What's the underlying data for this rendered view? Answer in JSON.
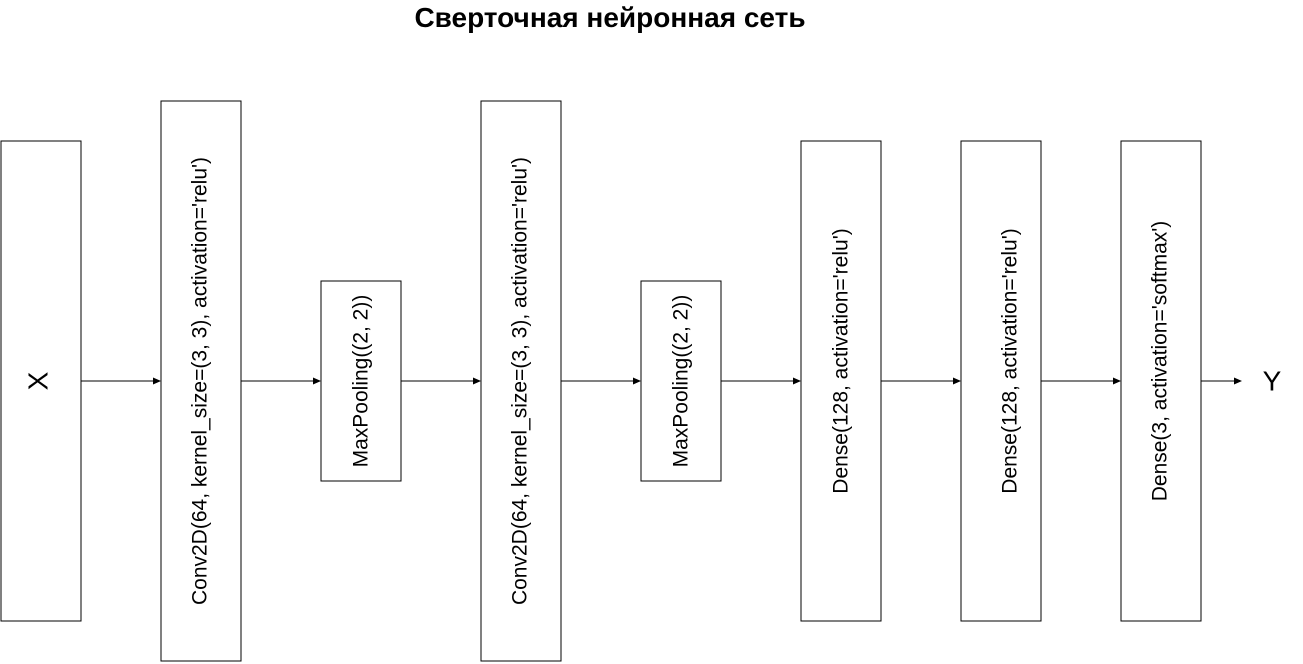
{
  "title": "Сверточная нейронная сеть",
  "input_label": "X",
  "output_label": "Y",
  "layers": [
    {
      "label": "Conv2D(64, kernel_size=(3, 3), activation='relu')"
    },
    {
      "label": "MaxPooling((2, 2))"
    },
    {
      "label": "Conv2D(64, kernel_size=(3, 3), activation='relu')"
    },
    {
      "label": "MaxPooling((2, 2))"
    },
    {
      "label": "Dense(128, activation='relu')"
    },
    {
      "label": "Dense(128, activation='relu')"
    },
    {
      "label": "Dense(3, activation='softmax')"
    }
  ],
  "colors": {
    "stroke": "#000000",
    "background": "#ffffff"
  }
}
